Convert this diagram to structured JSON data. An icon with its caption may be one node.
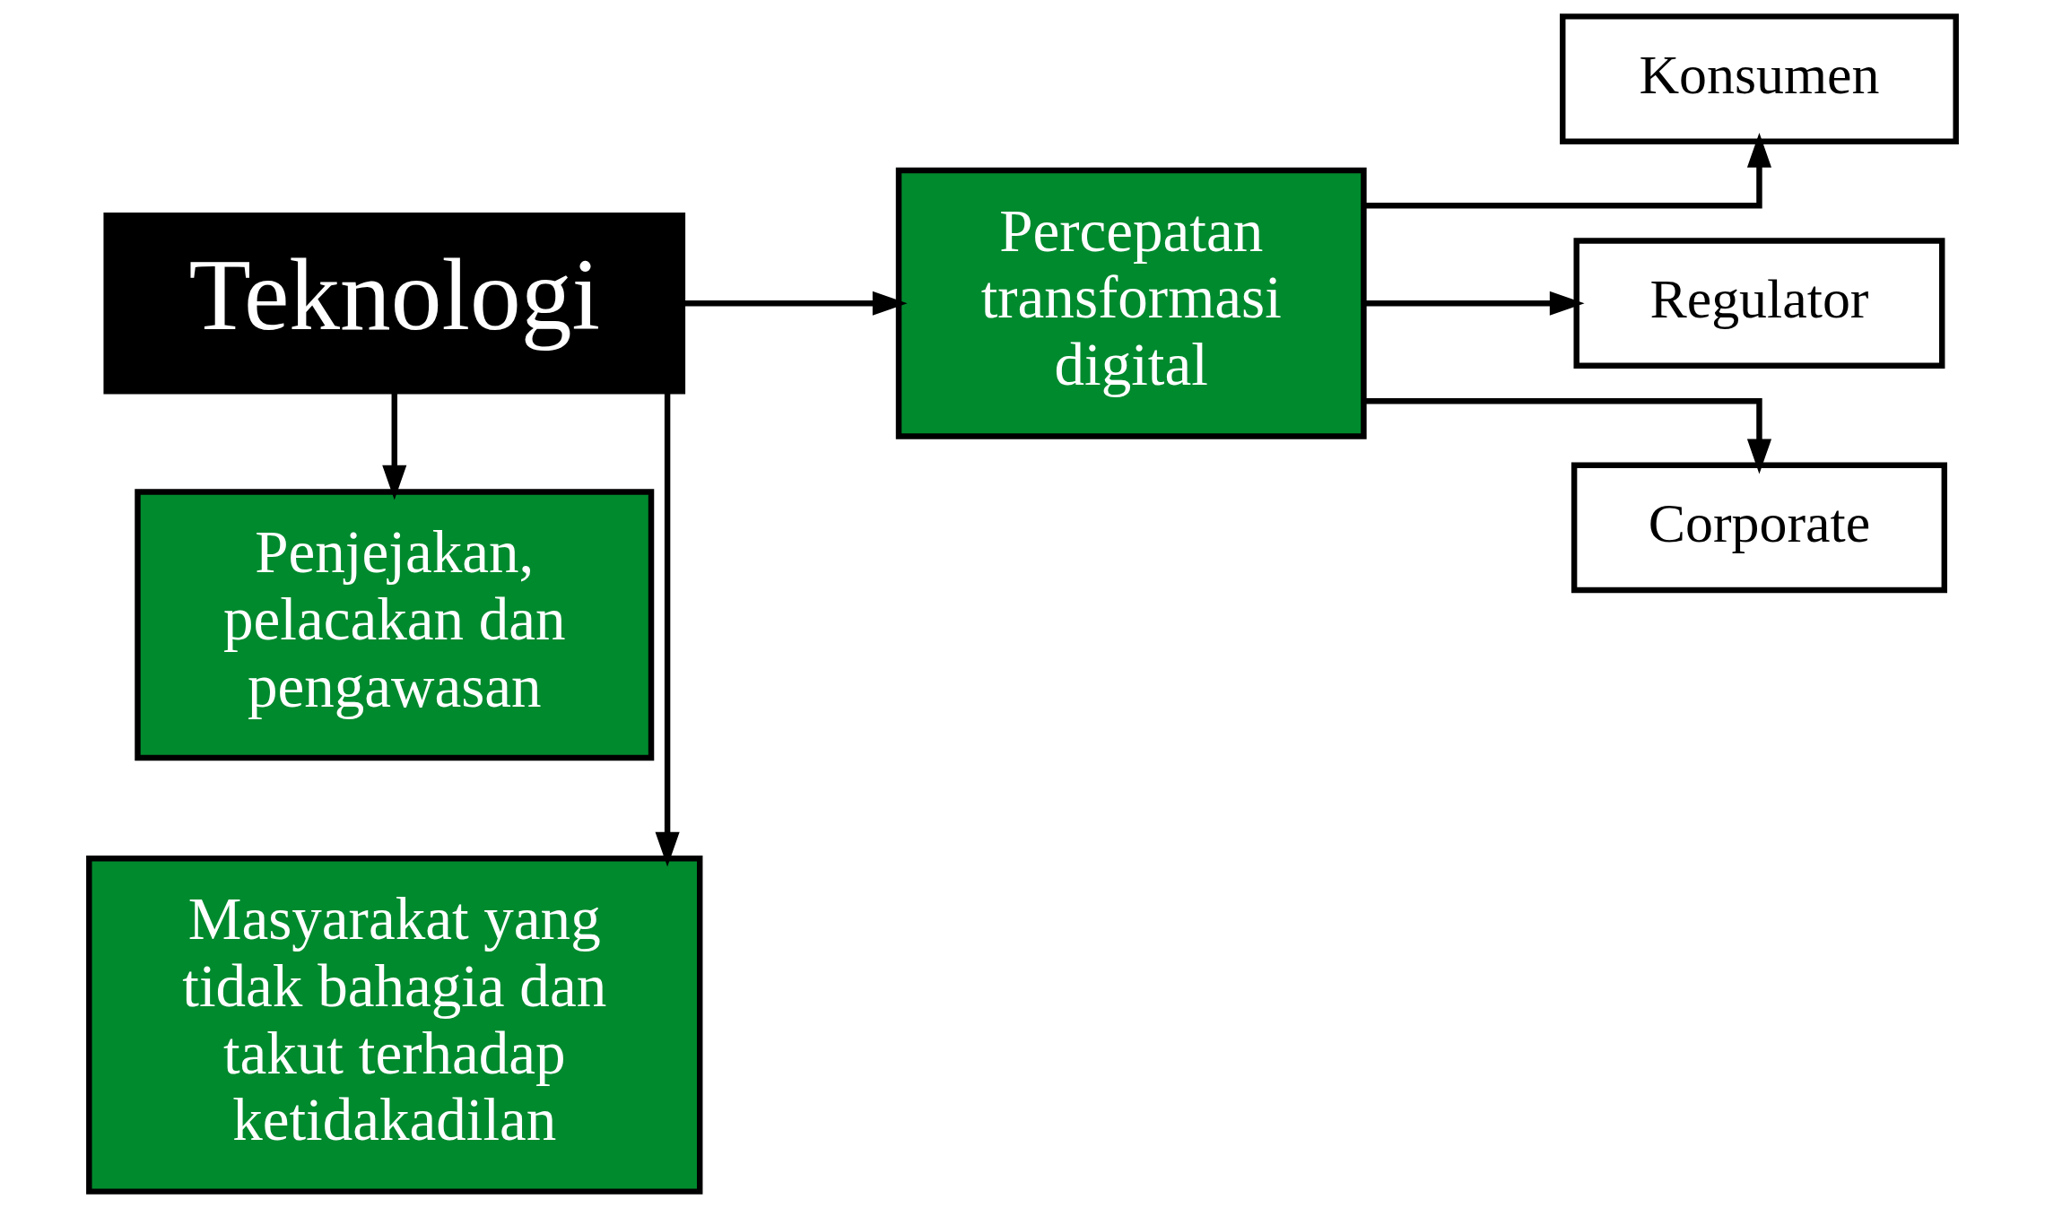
{
  "diagram": {
    "nodes": [
      {
        "text": [
          "Masyarakat yang tidak bahagia dan takut terhadap ketidakadilan"
        ]
      },
      {
        "text": [
          "Teknologi"
        ]
      },
      {
        "text": [
          "Penjejakan, pelacakan dan pengawasan"
        ]
      },
      {
        "text": [
          "Percepatan transformasi digital"
        ]
      },
      {
        "text": [
          "Konsumen"
        ]
      },
      {
        "text": [
          "Regulator"
        ]
      },
      {
        "text": [
          "Corporate"
        ]
      }
    ],
    "edges": [
      {
        "from": 1,
        "to": 0,
        "arrow": "to"
      },
      {
        "from": 1,
        "to": 2,
        "arrow": "to"
      },
      {
        "from": 1,
        "to": 3,
        "arrow": "to"
      },
      {
        "from": 3,
        "to": 4,
        "arrow": "to"
      },
      {
        "from": 3,
        "to": 5,
        "arrow": "to"
      },
      {
        "from": 3,
        "to": 6,
        "arrow": "to"
      }
    ]
  }
}
